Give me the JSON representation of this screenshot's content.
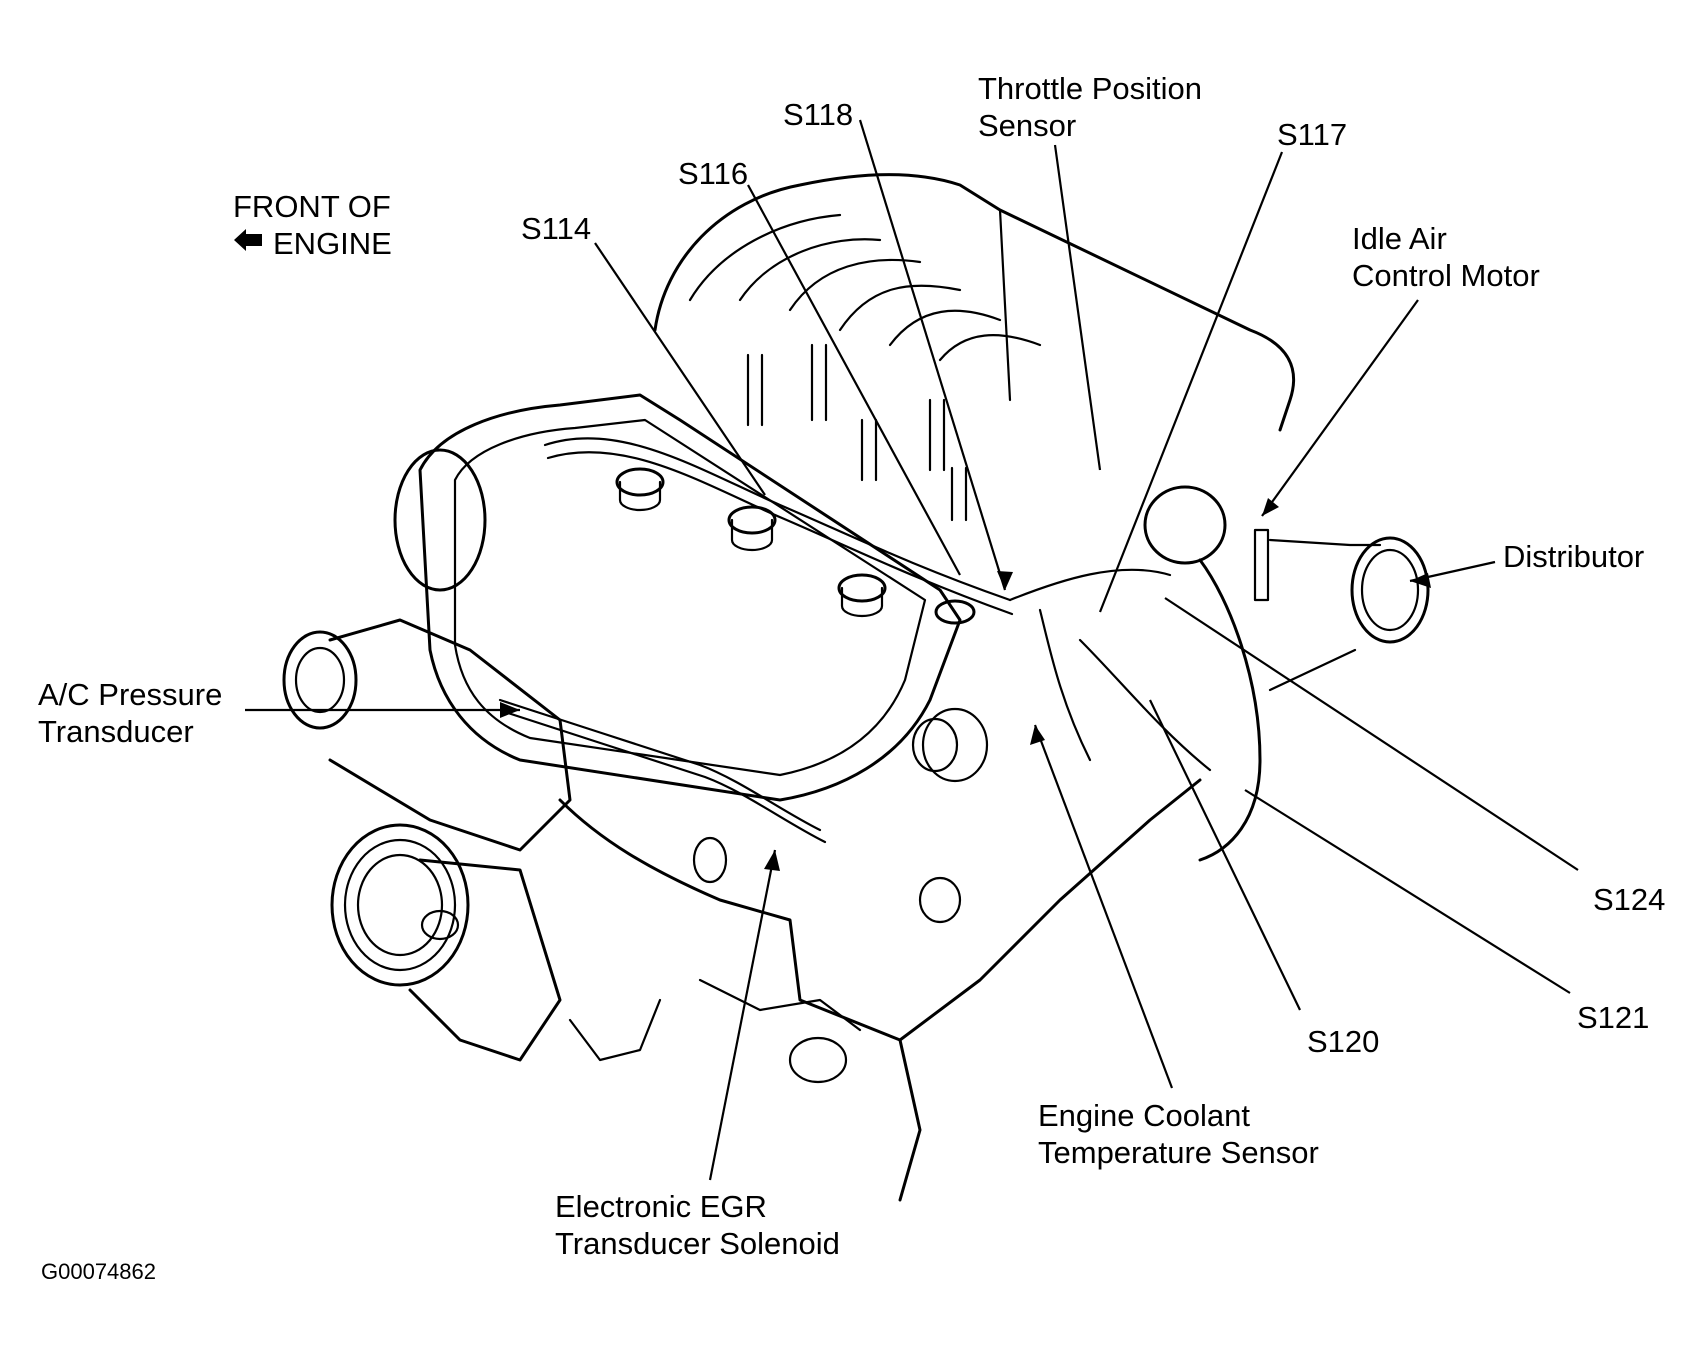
{
  "diagram": {
    "front_label": [
      "FRONT OF",
      "ENGINE"
    ],
    "figure_code": "G00074862",
    "labels": {
      "s114": "S114",
      "s116": "S116",
      "s118": "S118",
      "tps": [
        "Throttle Position",
        "Sensor"
      ],
      "s117": "S117",
      "iac": [
        "Idle Air",
        "Control Motor"
      ],
      "distributor": "Distributor",
      "ac": [
        "A/C Pressure",
        "Transducer"
      ],
      "s124": "S124",
      "s121": "S121",
      "s120": "S120",
      "ect": [
        "Engine Coolant",
        "Temperature Sensor"
      ],
      "egr": [
        "Electronic EGR",
        "Transducer Solenoid"
      ]
    }
  }
}
